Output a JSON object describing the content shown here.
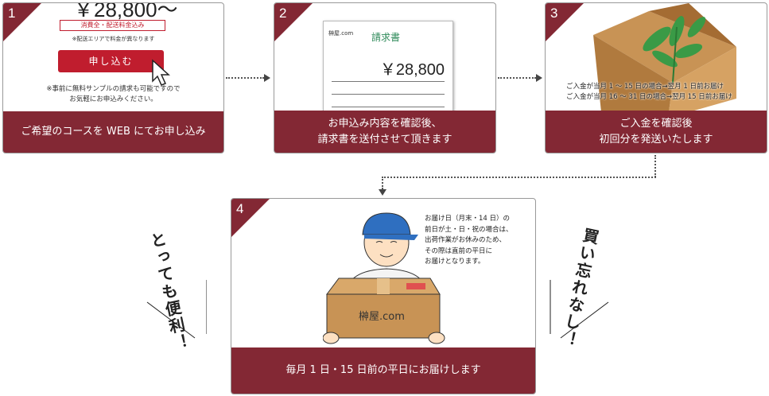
{
  "step1": {
    "number": "1",
    "price": "￥28,800～",
    "tax_badge": "消費全・配送料金込み",
    "area_note": "※配送エリアで料金が異なります",
    "apply_button": "申し込む",
    "sample_note_1": "※事前に無料サンプルの請求も可能ですので",
    "sample_note_2": "お気軽にお申込みください。",
    "footer": "ご希望のコースを WEB にてお申し込み"
  },
  "step2": {
    "number": "2",
    "invoice_logo": "榊屋.com",
    "invoice_title": "請求書",
    "invoice_amount": "￥28,800",
    "footer_1": "お申込み内容を確認後、",
    "footer_2": "請求書を送付させて頂きます"
  },
  "step3": {
    "number": "3",
    "note_1": "ご入金が当月 1 ～ 15 日の場合→翌月 1 日前お届け",
    "note_2": "ご入金が当月 16 ～ 31 日の場合→翌月 15 日前お届け",
    "footer_1": "ご入金を確認後",
    "footer_2": "初回分を発送いたします"
  },
  "step4": {
    "number": "4",
    "note": [
      "お届け日（月末・14 日）の",
      "前日が土・日・祝の場合は、",
      "出荷作業がお休みのため、",
      "その際は直前の平日に",
      "お届けとなります。"
    ],
    "box_logo": "榊屋.com",
    "footer": "毎月 1 日・15 日前の平日にお届けします"
  },
  "side_left": "とっても便利！",
  "side_right": "買い忘れなし！",
  "colors": {
    "accent": "#832834",
    "button": "#c01d2e"
  }
}
